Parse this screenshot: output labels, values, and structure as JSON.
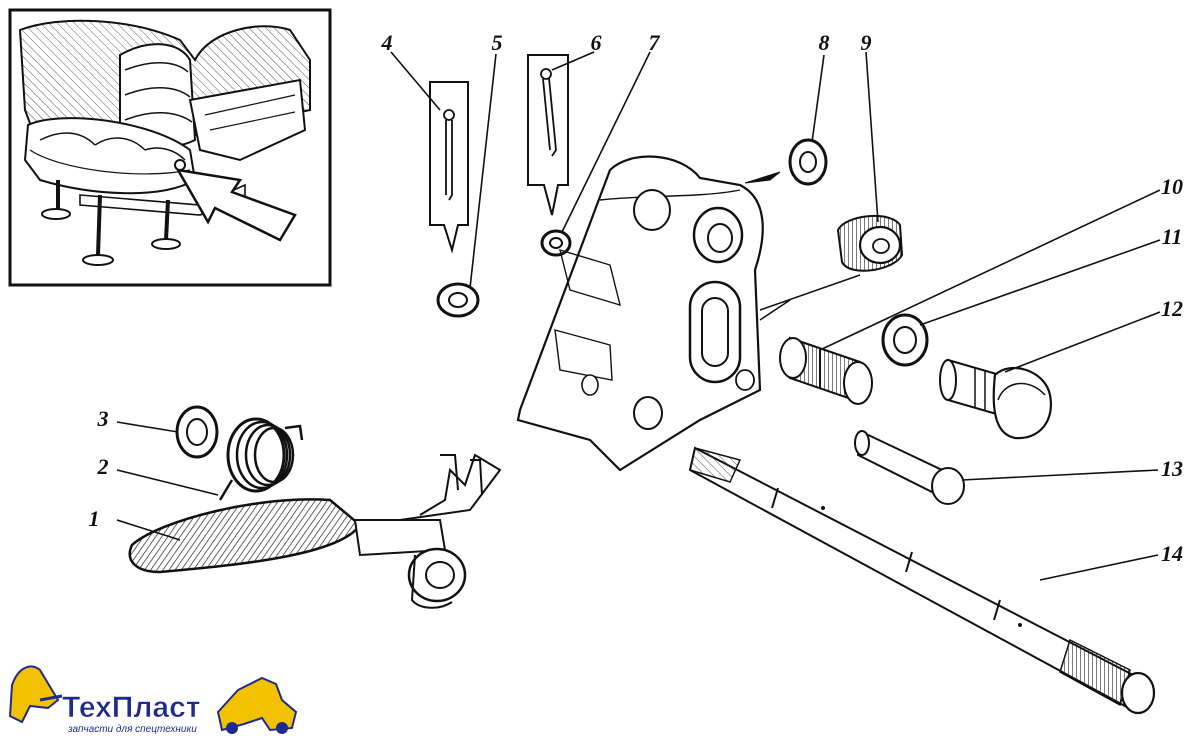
{
  "callouts": [
    "1",
    "2",
    "3",
    "4",
    "5",
    "6",
    "7",
    "8",
    "9",
    "10",
    "11",
    "12",
    "13",
    "14"
  ],
  "logo": {
    "name": "ТехПласт",
    "tagline": "запчасти для спецтехники",
    "colors": {
      "text": "#1e2b8c",
      "accent": "#f2c200"
    }
  },
  "colors": {
    "ink": "#111111",
    "paper": "#ffffff"
  }
}
